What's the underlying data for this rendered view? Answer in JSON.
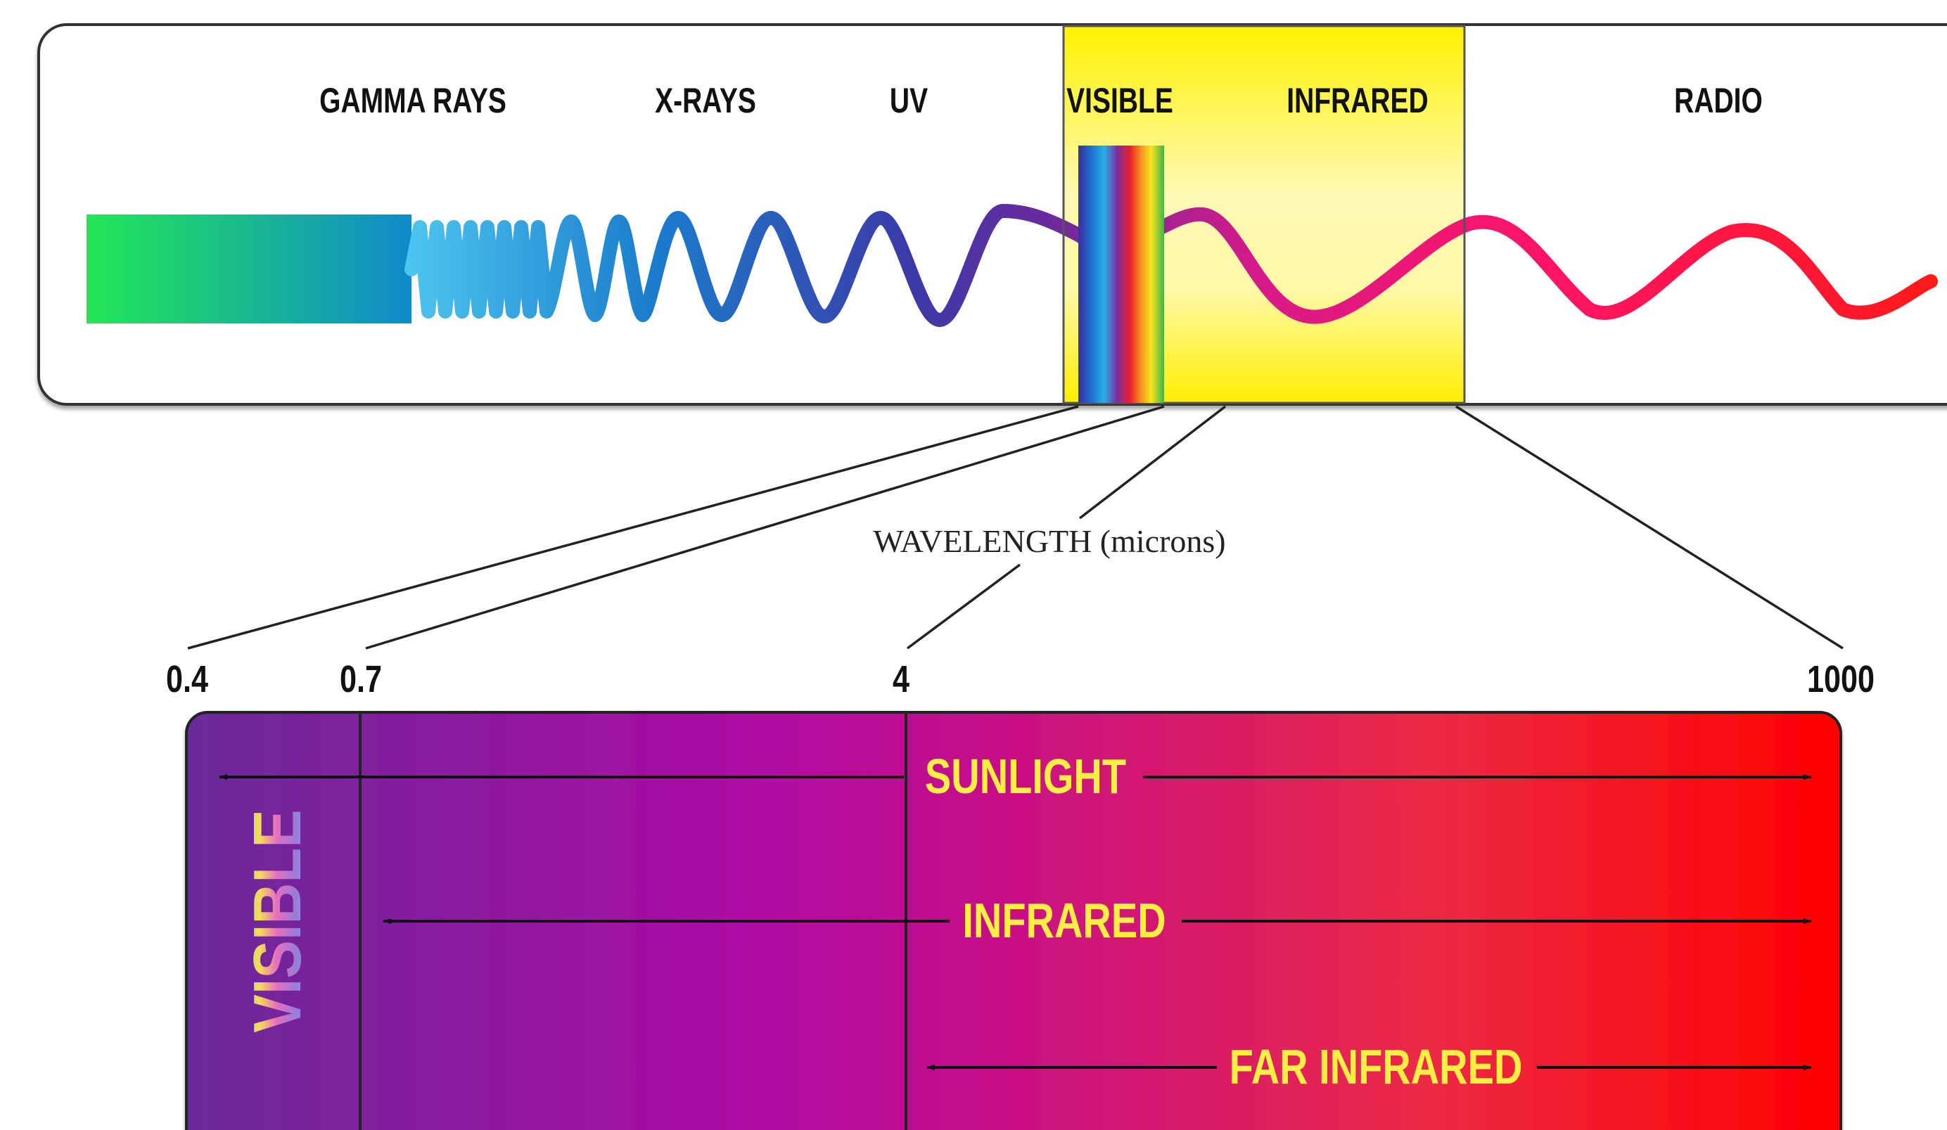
{
  "spectrum": {
    "bands": [
      "GAMMA RAYS",
      "X-RAYS",
      "UV",
      "VISIBLE",
      "INFRARED",
      "RADIO"
    ]
  },
  "wavelength_label": "WAVELENGTH (microns)",
  "ticks": [
    "0.4",
    "0.7",
    "4",
    "1000"
  ],
  "ranges": {
    "sunlight": "SUNLIGHT",
    "infrared": "INFRARED",
    "far_infrared": "FAR INFRARED",
    "visible_vertical": "VISIBLE"
  },
  "colors": {
    "highlight_yellow": "#ffee00",
    "label_yellow": "#ffee44",
    "gamma_green": "#22dd55",
    "gamma_blue": "#1188cc",
    "uv_purple": "#6a2a9a",
    "infrared_pink": "#ee1177",
    "radio_red": "#ff1122",
    "gradient_start": "#6a2a9a",
    "gradient_mid": "#c0108e",
    "gradient_end": "#ff0000"
  }
}
